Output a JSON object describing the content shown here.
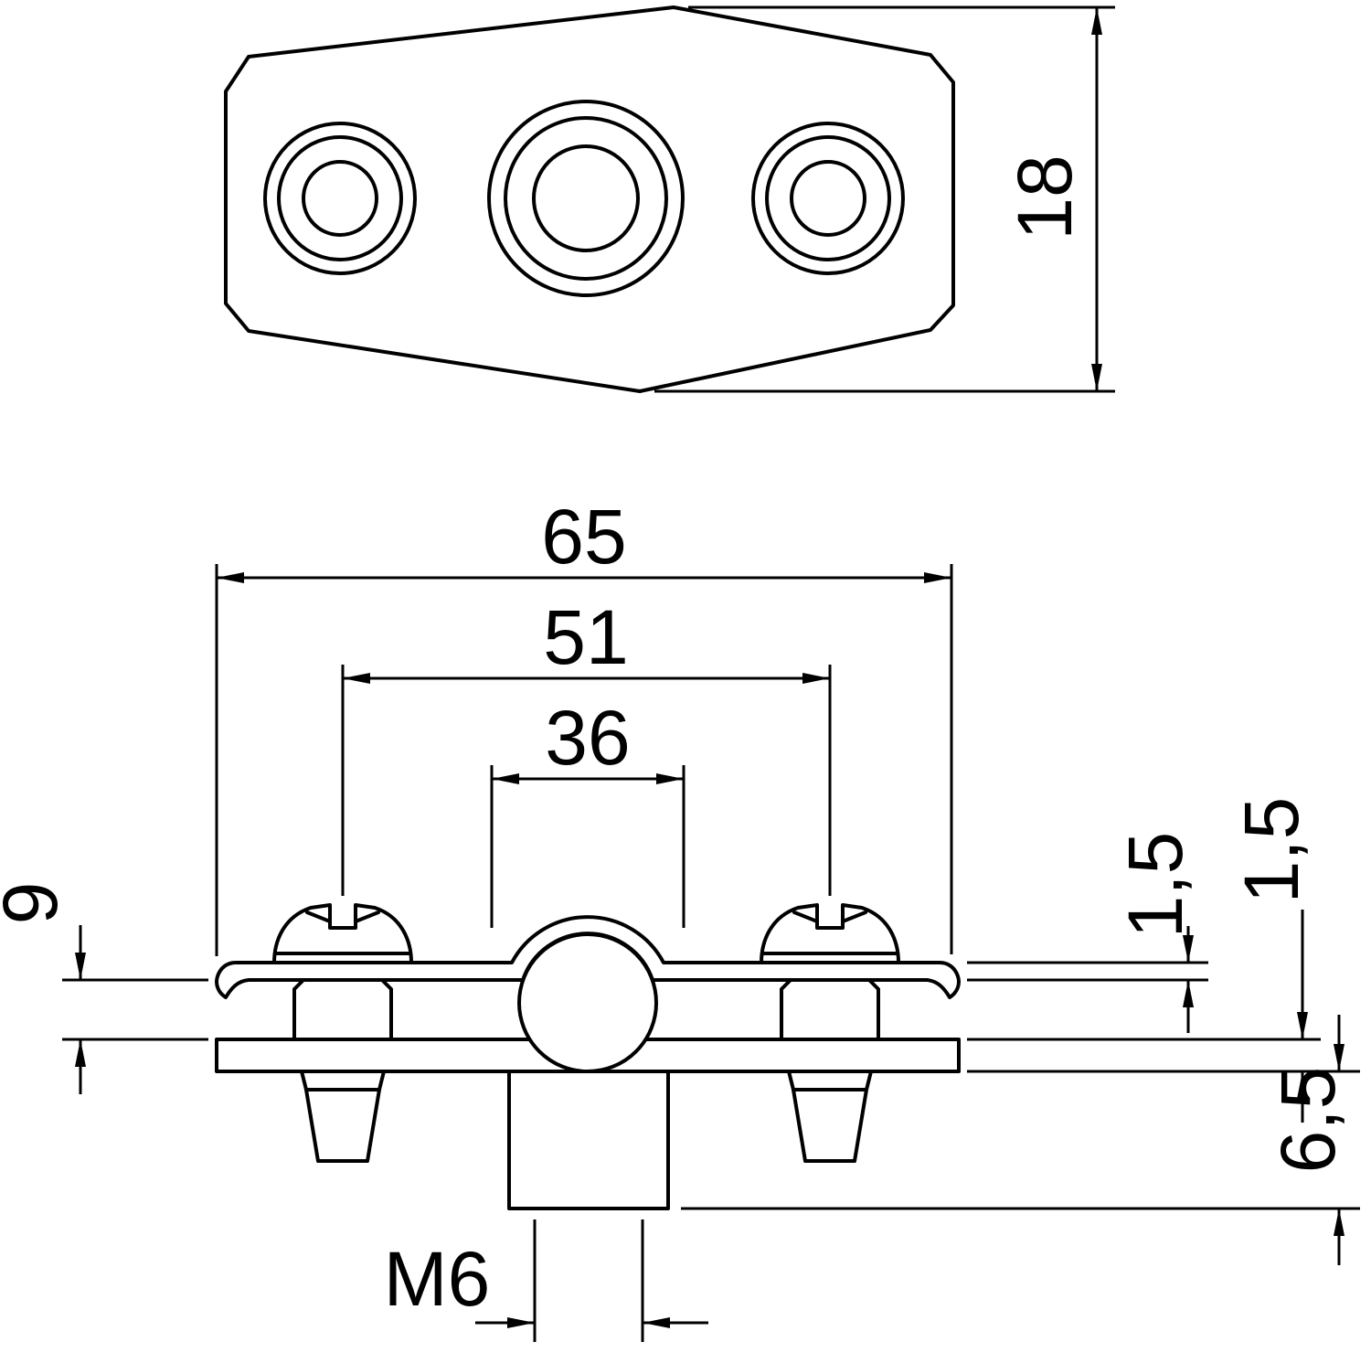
{
  "drawing": {
    "labels": {
      "plate_height": "18",
      "overall_width": "65",
      "screw_spacing": "51",
      "clamp_width": "36",
      "side_height": "9",
      "strip_thickness": "1,5",
      "base_thickness": "1,5",
      "stud_length": "6,5",
      "thread_size": "M6"
    },
    "colors": {
      "line": "#000000",
      "background": "#ffffff"
    }
  }
}
